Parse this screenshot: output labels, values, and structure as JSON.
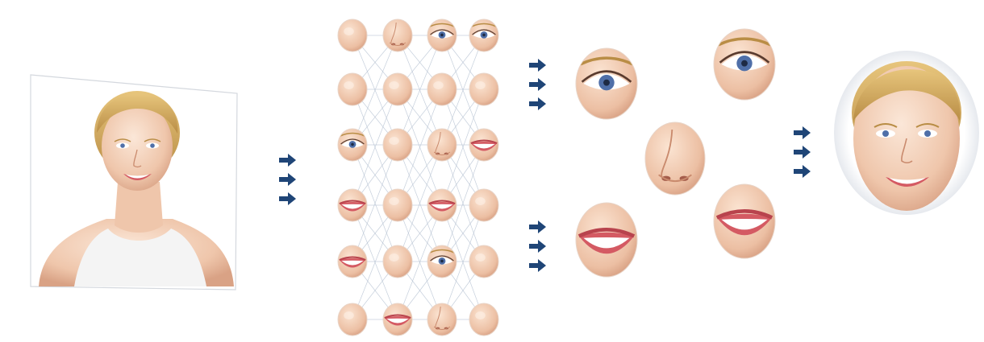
{
  "colors": {
    "background": "#ffffff",
    "arrow": "#1f4577",
    "skin_light": "#f7dcc8",
    "skin_mid": "#e9b79b",
    "skin_dark": "#c98a6d",
    "hair": "#d9b46a",
    "hair_shadow": "#b98d45",
    "iris": "#4f6fa8",
    "lips": "#d45a63",
    "teeth": "#ffffff",
    "network_line": "#b7c3d3",
    "frame_edge": "#d4d8de",
    "shirt": "#f4f4f4"
  },
  "icons": {
    "arrow": "right-arrow-icon",
    "face": "portrait-photo",
    "patch": "face-patch-thumbnail"
  },
  "network": {
    "columns": 4,
    "rows": 6,
    "patch_types": [
      [
        "skin",
        "nose",
        "eye",
        "eye"
      ],
      [
        "skin",
        "skin",
        "skin",
        "skin"
      ],
      [
        "eye",
        "skin",
        "nose",
        "mouth"
      ],
      [
        "mouth",
        "skin",
        "mouth",
        "skin"
      ],
      [
        "mouth",
        "skin",
        "eye",
        "skin"
      ],
      [
        "skin",
        "mouth",
        "nose",
        "skin"
      ]
    ]
  },
  "features": [
    {
      "type": "eye"
    },
    {
      "type": "eye"
    },
    {
      "type": "nose"
    },
    {
      "type": "mouth"
    },
    {
      "type": "mouth"
    }
  ]
}
